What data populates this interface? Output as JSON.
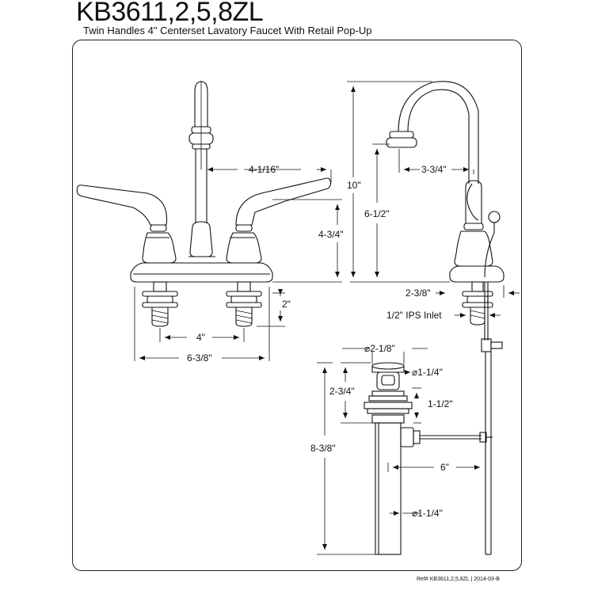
{
  "header": {
    "model": "KB3611,2,5,8ZL",
    "subtitle": "Twin Handles 4\" Centerset Lavatory Faucet With Retail Pop-Up"
  },
  "dimensions": {
    "spout_reach_front": "4-1/16\"",
    "front_height": "4-3/4\"",
    "shank_length": "2\"",
    "center_spacing": "4\"",
    "base_width": "6-3/8\"",
    "overall_height": "10\"",
    "spout_reach_side": "3-3/4\"",
    "spout_height": "6-1/2\"",
    "base_depth": "2-3/8\"",
    "inlet": "1/2\" IPS Inlet",
    "flange_diameter": "2-1/8\"",
    "stopper_diameter": "1-1/4\"",
    "drain_top_height": "2-3/4\"",
    "drain_mid": "1-1/2\"",
    "drain_total": "8-3/8\"",
    "rod_offset": "6\"",
    "tailpiece_diameter": "1-1/4\""
  },
  "footer": {
    "ref": "Ref# KB3611,2,5,8ZL  |  2014-03-B"
  }
}
